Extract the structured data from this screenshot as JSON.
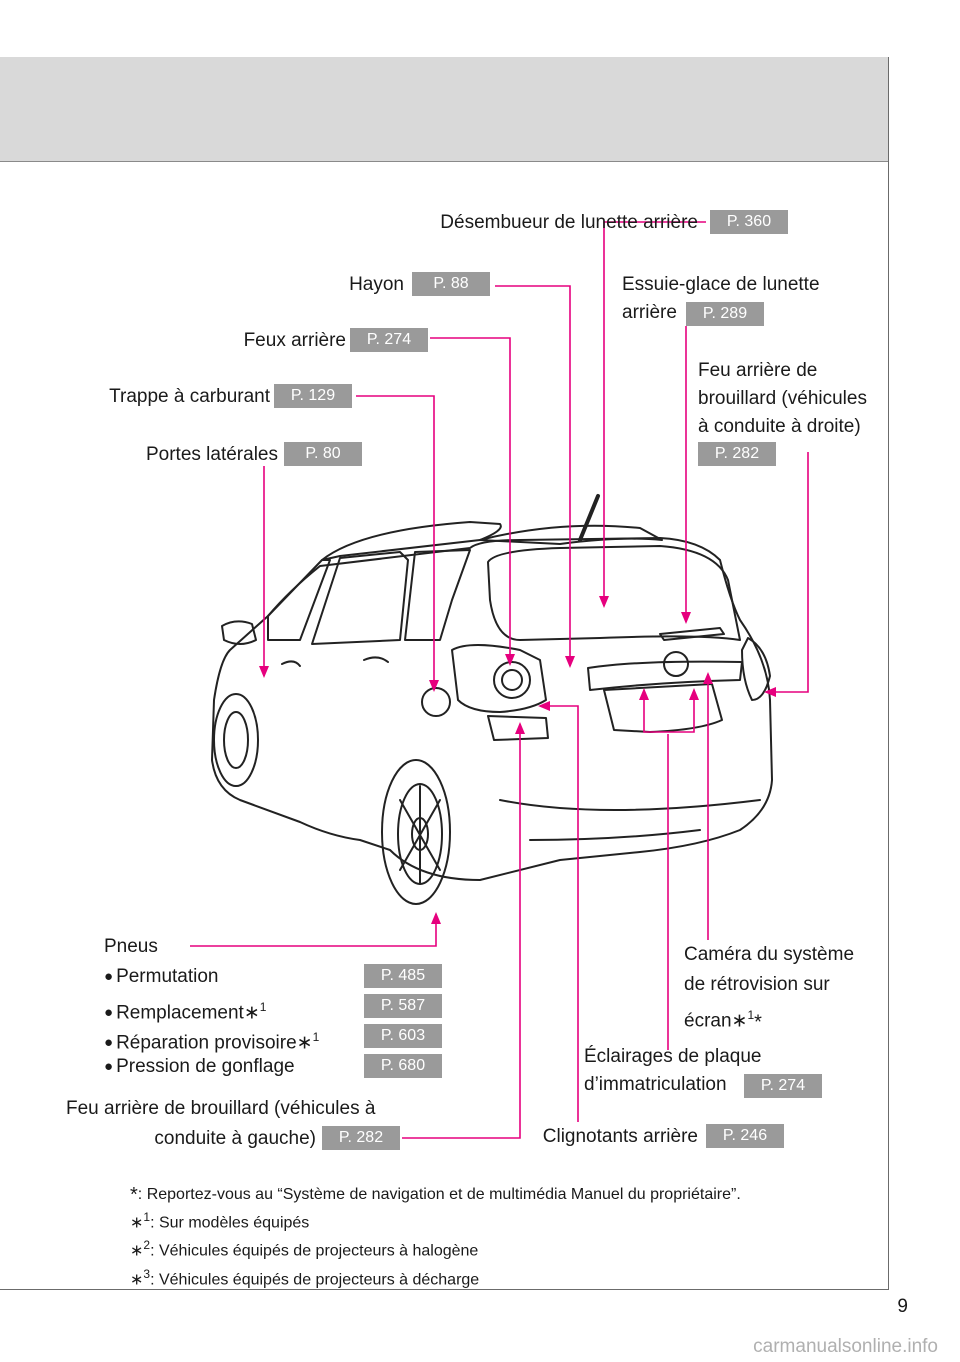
{
  "labels": {
    "desembueur": {
      "text": "Désembueur de lunette arrière",
      "page": "P. 360"
    },
    "hayon": {
      "text": "Hayon",
      "page": "P. 88"
    },
    "essuie_line1": "Essuie-glace de lunette",
    "essuie_line2": "arrière",
    "essuie_page": "P. 289",
    "feux_arriere": {
      "text": "Feux arrière",
      "page": "P. 274"
    },
    "feu_brouillard_droite_line1": "Feu arrière de",
    "feu_brouillard_droite_line2": "brouillard (véhicules",
    "feu_brouillard_droite_line3": "à conduite à droite)",
    "feu_brouillard_droite_page": "P. 282",
    "trappe": {
      "text": "Trappe à carburant",
      "page": "P. 129"
    },
    "portes": {
      "text": "Portes latérales",
      "page": "P. 80"
    },
    "pneus": {
      "title": "Pneus",
      "items": [
        {
          "text": "Permutation",
          "note": "",
          "page": "P. 485"
        },
        {
          "text": "Remplacement",
          "note": "1",
          "page": "P. 587"
        },
        {
          "text": "Réparation provisoire",
          "note": "1",
          "page": "P. 603"
        },
        {
          "text": "Pression de gonflage",
          "note": "",
          "page": "P. 680"
        }
      ]
    },
    "camera_line1": "Caméra du système",
    "camera_line2": "de rétrovision sur",
    "camera_line3": "écran",
    "camera_note": "1",
    "eclairages_line1": "Éclairages de plaque",
    "eclairages_line2": "d’immatriculation",
    "eclairages_page": "P. 274",
    "feu_brouillard_gauche_line1": "Feu arrière de brouillard (véhicules à",
    "feu_brouillard_gauche_line2": "conduite à gauche)",
    "feu_brouillard_gauche_page": "P. 282",
    "clignotants": {
      "text": "Clignotants arrière",
      "page": "P. 246"
    }
  },
  "footnotes": [
    {
      "mark": "*",
      "sup": "",
      "text": ": Reportez-vous au “Système de navigation et de multimédia Manuel du propriétaire”."
    },
    {
      "mark": "∗",
      "sup": "1",
      "text": ": Sur modèles équipés"
    },
    {
      "mark": "∗",
      "sup": "2",
      "text": ": Véhicules équipés de projecteurs à halogène"
    },
    {
      "mark": "∗",
      "sup": "3",
      "text": ": Véhicules équipés de projecteurs à décharge"
    }
  ],
  "page_number": "9",
  "watermark": "carmanualsonline.info",
  "colors": {
    "leader": "#e6007e",
    "badge": "#9a9a9a",
    "header": "#d9d9d9"
  }
}
